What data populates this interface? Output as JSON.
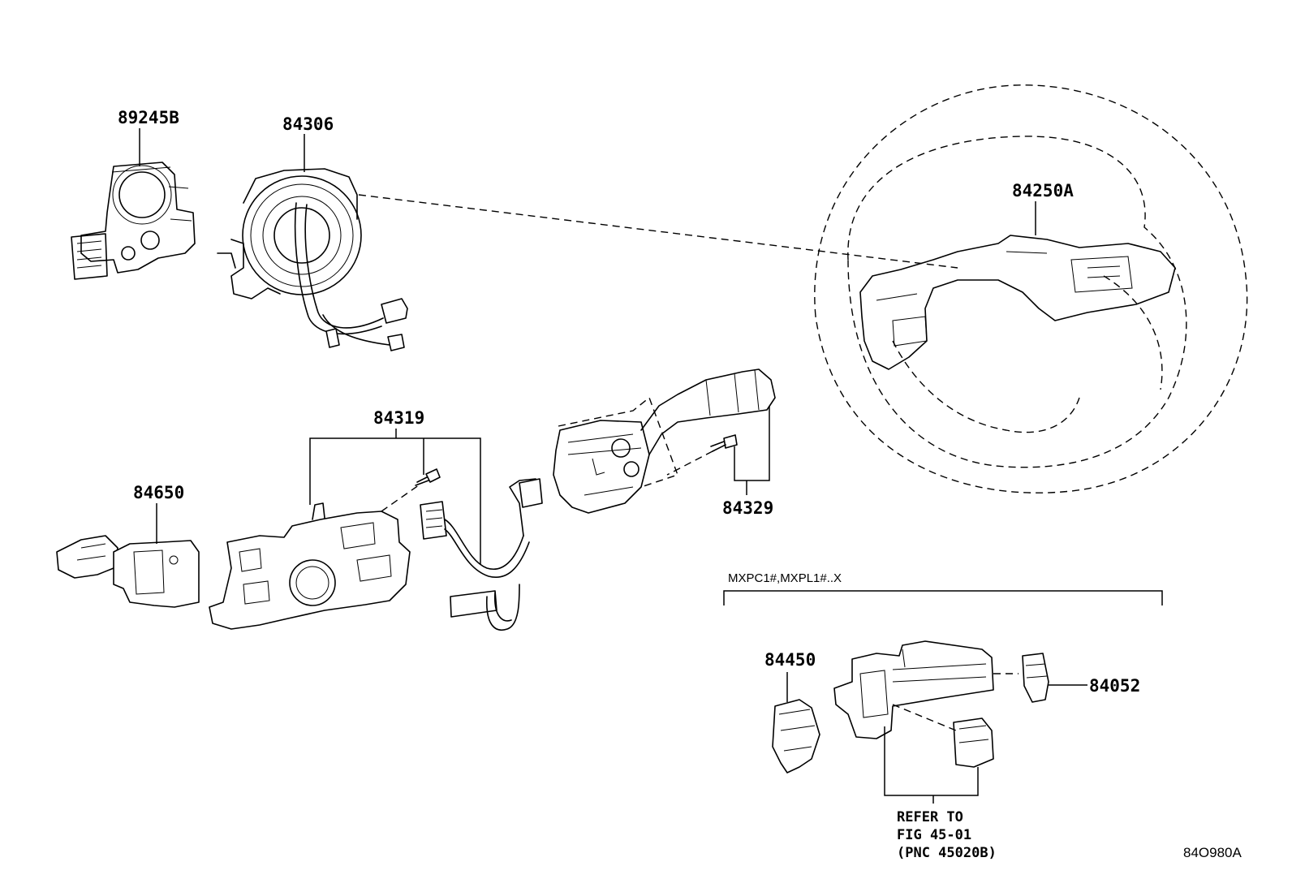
{
  "parts": {
    "p89245b": "89245B",
    "p84306": "84306",
    "p84250a": "84250A",
    "p84319": "84319",
    "p84650": "84650",
    "p84329": "84329",
    "p84450": "84450",
    "p84052": "84052"
  },
  "variant": "MXPC1#,MXPL1#..X",
  "refer_note": {
    "line1": "REFER TO",
    "line2": "FIG 45-01",
    "line3": "(PNC 45020B)"
  },
  "diagram_code": "84O980A",
  "icons": [
    "steering-angle-sensor",
    "spiral-cable",
    "steering-wheel",
    "switch-base",
    "turn-signal-switch",
    "wiper-switch",
    "screw",
    "column-bracket",
    "connector"
  ]
}
